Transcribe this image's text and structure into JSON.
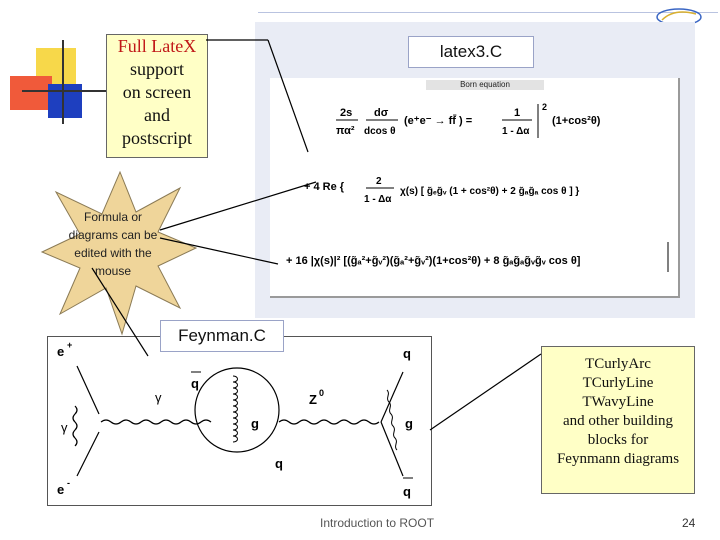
{
  "callout_formula": "Full LateX support on screen and postscript",
  "callout_formula_lines": [
    "Full LateX",
    "support",
    "on screen",
    "and",
    "postscript"
  ],
  "latex_title": "latex3.C",
  "latex_heading": "Born equation",
  "star_text": "Formula or diagrams can be edited with the mouse",
  "feynman_title": "Feynman.C",
  "feynman_labels": {
    "e_plus": "e",
    "e_minus": "e",
    "gamma_left": "γ",
    "gamma_mid": "γ",
    "q_bar_top": "q",
    "q_top_right": "q",
    "z0": "Z",
    "g_mid": "g",
    "g_right": "g",
    "q_bottom": "q",
    "q_bar_bottom_right": "q"
  },
  "note_lines": [
    "TCurlyArc",
    "TCurlyLine",
    "TWavyLine",
    "and other building",
    "blocks for",
    "Feynmann diagrams"
  ],
  "footer": "Introduction to ROOT",
  "page_number": "24",
  "colors": {
    "title_red": "#c01818",
    "note_bg": "#ffffc6",
    "panel_bg": "#e9ecf5"
  }
}
